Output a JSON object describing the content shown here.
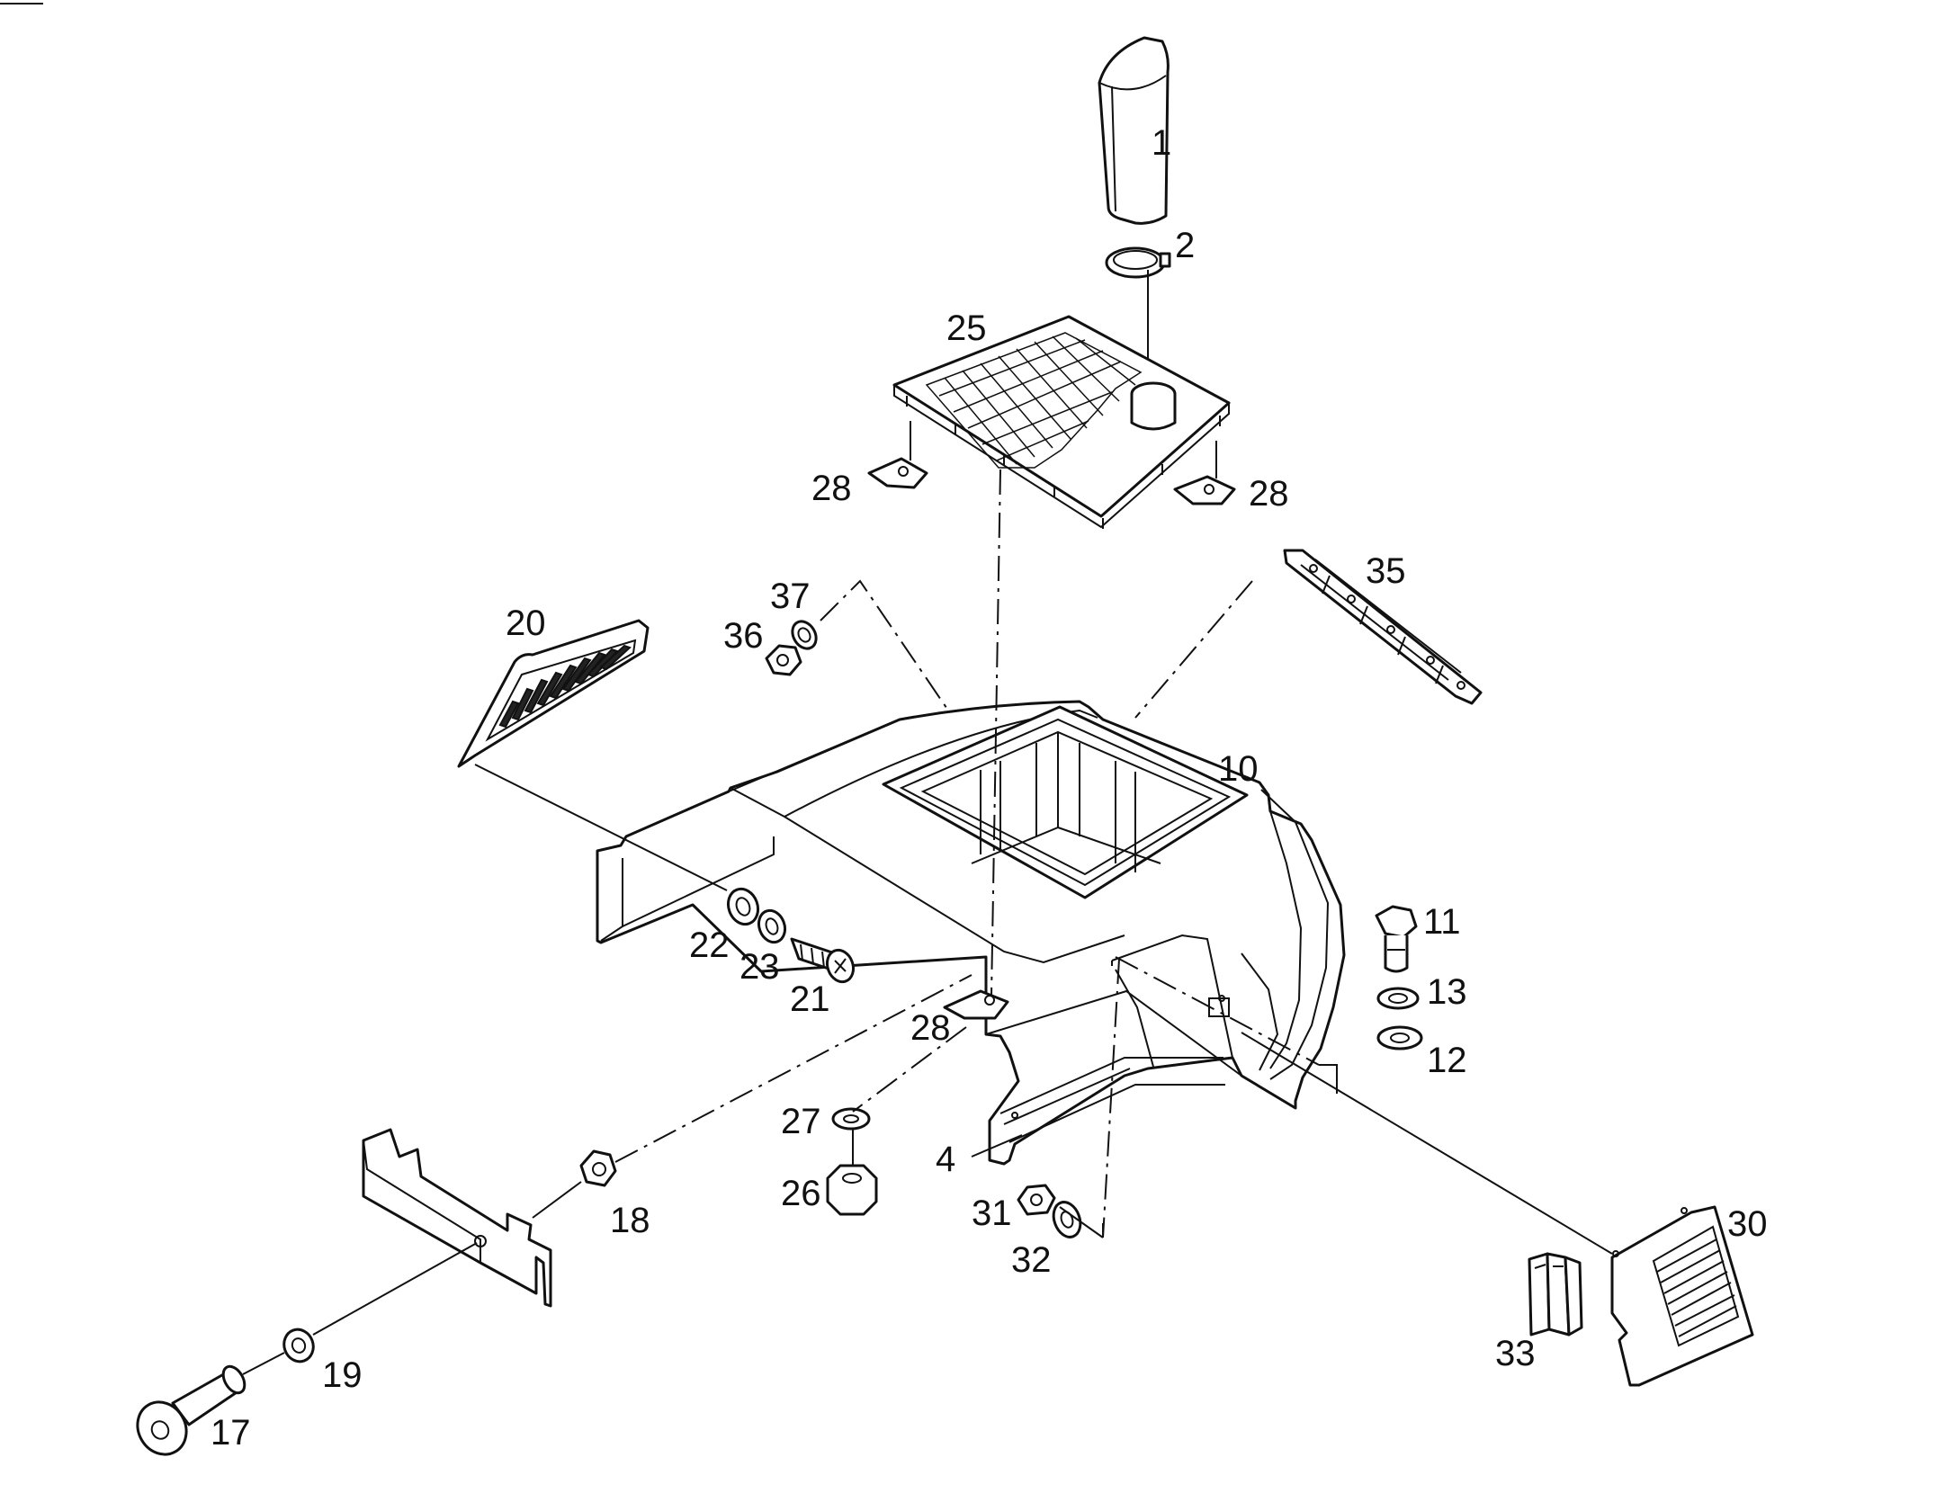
{
  "diagram": {
    "callouts": [
      {
        "id": "c1",
        "text": "1"
      },
      {
        "id": "c2",
        "text": "2"
      },
      {
        "id": "c25",
        "text": "25"
      },
      {
        "id": "c28a",
        "text": "28"
      },
      {
        "id": "c28b",
        "text": "28"
      },
      {
        "id": "c37",
        "text": "37"
      },
      {
        "id": "c36",
        "text": "36"
      },
      {
        "id": "c35",
        "text": "35"
      },
      {
        "id": "c20",
        "text": "20"
      },
      {
        "id": "c10",
        "text": "10"
      },
      {
        "id": "c11",
        "text": "11"
      },
      {
        "id": "c13",
        "text": "13"
      },
      {
        "id": "c12",
        "text": "12"
      },
      {
        "id": "c22",
        "text": "22"
      },
      {
        "id": "c23",
        "text": "23"
      },
      {
        "id": "c21",
        "text": "21"
      },
      {
        "id": "c28c",
        "text": "28"
      },
      {
        "id": "c27",
        "text": "27"
      },
      {
        "id": "c26",
        "text": "26"
      },
      {
        "id": "c4",
        "text": "4"
      },
      {
        "id": "c31",
        "text": "31"
      },
      {
        "id": "c32",
        "text": "32"
      },
      {
        "id": "c18",
        "text": "18"
      },
      {
        "id": "c30",
        "text": "30"
      },
      {
        "id": "c33",
        "text": "33"
      },
      {
        "id": "c19",
        "text": "19"
      },
      {
        "id": "c17",
        "text": "17"
      }
    ]
  }
}
